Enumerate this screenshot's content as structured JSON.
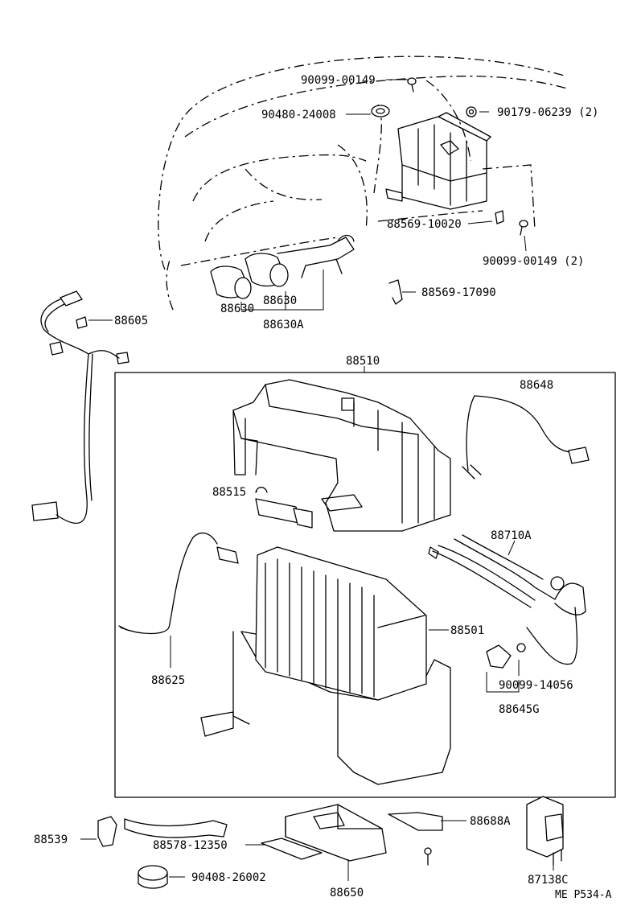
{
  "labels": {
    "p90099_00149_top": "90099-00149",
    "p90480_24008": "90480-24008",
    "p90179_06239": "90179-06239 (2)",
    "p88569_10020": "88569-10020",
    "p90099_00149_2": "90099-00149 (2)",
    "p88569_17090": "88569-17090",
    "p88630_a": "88630",
    "p88630_b": "88630",
    "p88630A": "88630A",
    "p88605": "88605",
    "p88510": "88510",
    "p88648": "88648",
    "p88515": "88515",
    "p88710A": "88710A",
    "p88501": "88501",
    "p88625": "88625",
    "p90099_14056": "90099-14056",
    "p88645G": "88645G",
    "p88539": "88539",
    "p88578_12350": "88578-12350",
    "p88650": "88650",
    "p88688A": "88688A",
    "p90408_26002": "90408-26002",
    "p87138C": "87138C"
  },
  "diagram_code": "ME P534-A"
}
